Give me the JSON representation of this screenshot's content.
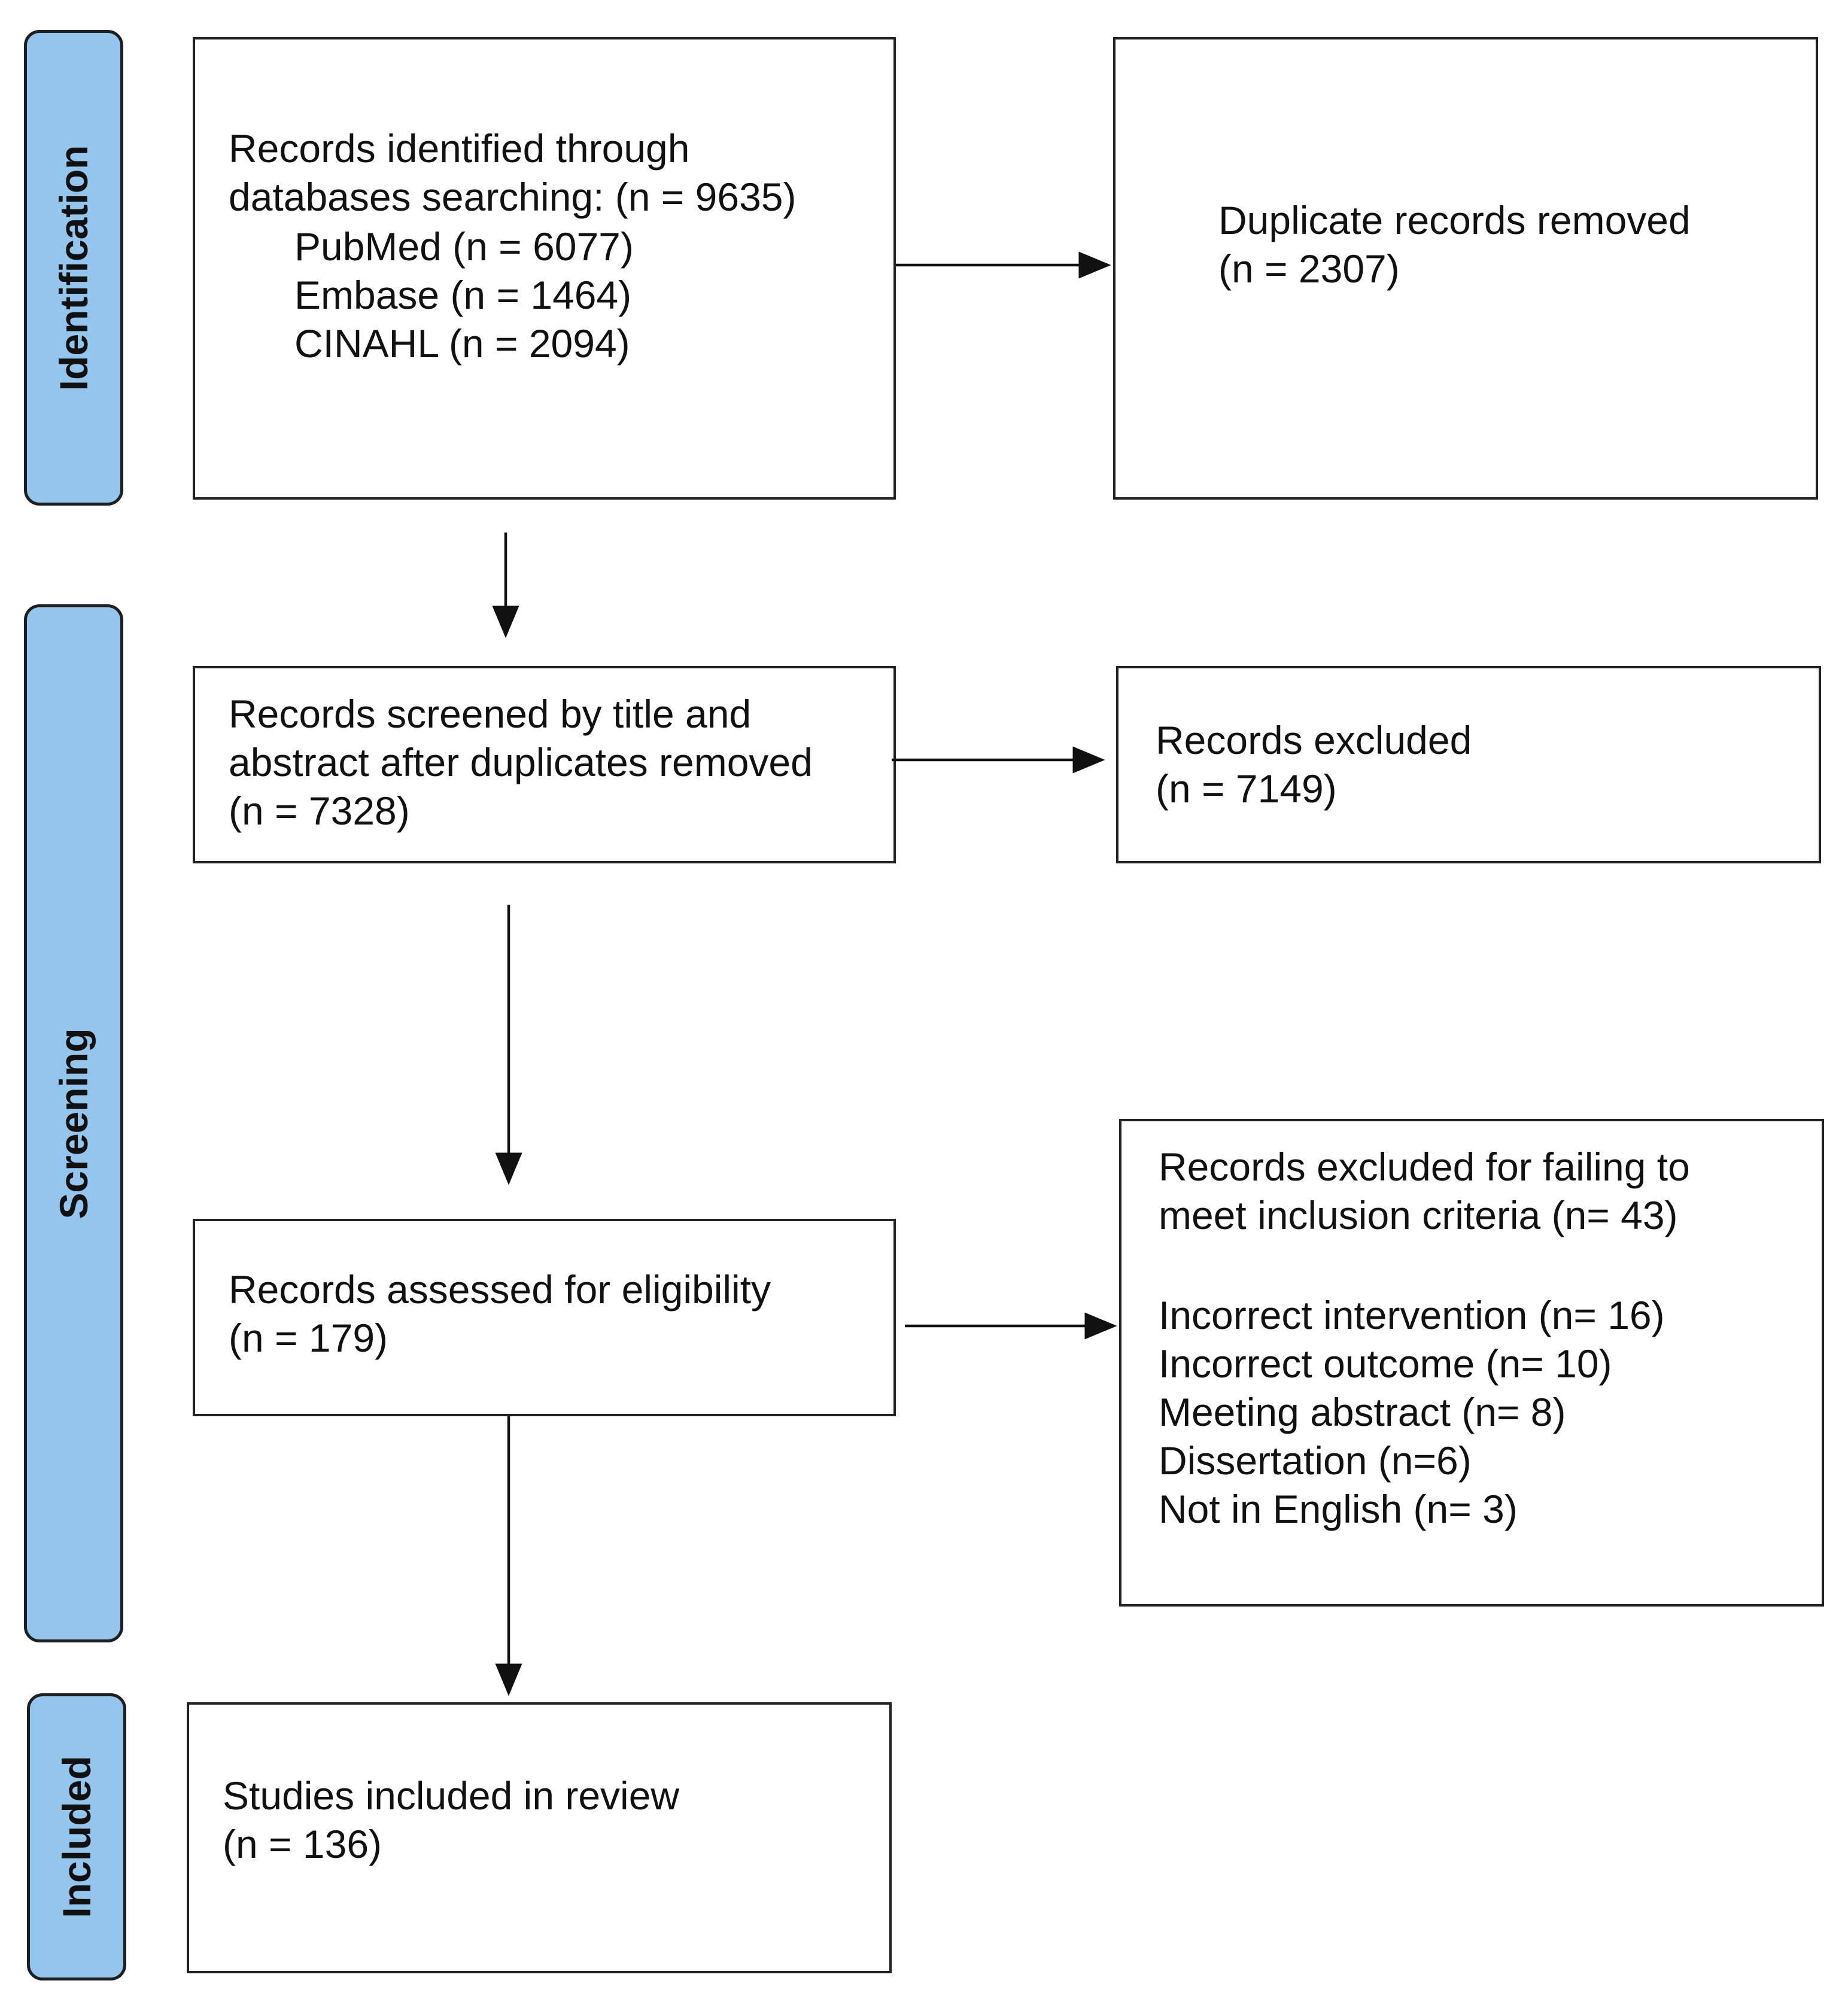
{
  "phases": {
    "identification": "Identification",
    "screening": "Screening",
    "included": "Included"
  },
  "boxes": {
    "identified": {
      "heading_1": "Records identified through",
      "heading_2": "databases searching: (n = 9635)",
      "sources": [
        "PubMed (n = 6077)",
        "Embase (n = 1464)",
        "CINAHL (n = 2094)"
      ]
    },
    "duplicates": {
      "line_1": "Duplicate records removed",
      "line_2": "(n = 2307)"
    },
    "screened": {
      "line_1": "Records screened by title and",
      "line_2": "abstract after duplicates removed",
      "line_3": "(n = 7328)"
    },
    "excluded": {
      "line_1": "Records excluded",
      "line_2": "(n = 7149)"
    },
    "eligibility": {
      "line_1": "Records assessed for eligibility",
      "line_2": "(n = 179)"
    },
    "excluded_criteria": {
      "heading_1": "Records excluded for failing to",
      "heading_2": "meet inclusion criteria (n= 43)",
      "reasons": [
        "Incorrect intervention (n= 16)",
        "Incorrect outcome (n= 10)",
        "Meeting abstract (n= 8)",
        "Dissertation (n=6)",
        "Not in English (n= 3)"
      ]
    },
    "included": {
      "line_1": "Studies included in review",
      "line_2": "(n = 136)"
    }
  }
}
